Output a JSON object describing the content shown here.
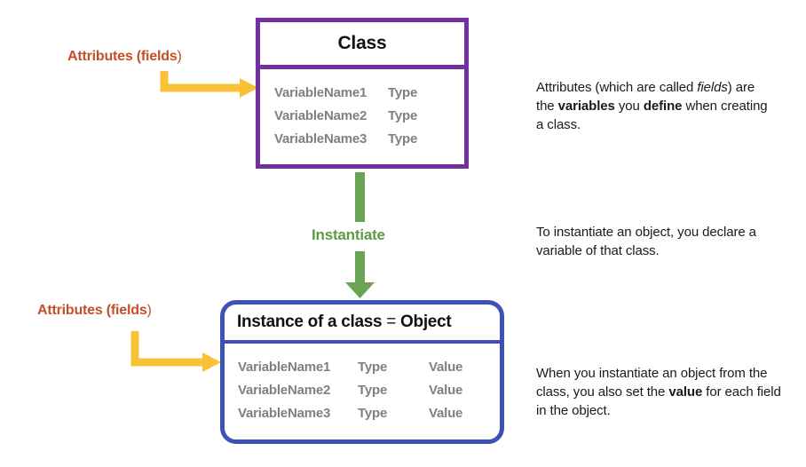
{
  "diagram": {
    "title_class": "Class",
    "title_object_main": "Instance of a class",
    "title_object_eq": " = ",
    "title_object_tail": "Object",
    "instantiate_label": "Instantiate",
    "left_label_top": "Attributes (fields",
    "left_label_top_close": ")",
    "left_label_bottom": "Attributes (fields",
    "left_label_bottom_close": ")",
    "colors": {
      "class_border": "#7231A0",
      "object_border": "#3F51B5",
      "arrow_yellow": "#F9C236",
      "arrow_green": "#68A453",
      "label_orange": "#C1502A",
      "attribute_gray": "#808080",
      "instantiate_green": "#5E9B47",
      "background": "#FFFFFF"
    },
    "class_attributes": [
      {
        "name": "VariableName1",
        "type": "Type"
      },
      {
        "name": "VariableName2",
        "type": "Type"
      },
      {
        "name": "VariableName3",
        "type": "Type"
      }
    ],
    "object_attributes": [
      {
        "name": "VariableName1",
        "type": "Type",
        "value": "Value"
      },
      {
        "name": "VariableName2",
        "type": "Type",
        "value": "Value"
      },
      {
        "name": "VariableName3",
        "type": "Type",
        "value": "Value"
      }
    ],
    "notes": {
      "note_1": {
        "part_1": "Attributes (which are called ",
        "italic_1": "fields",
        "part_2": ") are the ",
        "bold_1": "variables",
        "part_3": " you ",
        "bold_2": "define",
        "part_4": " when creating a class."
      },
      "note_2": {
        "text": "To instantiate an object, you declare a variable of that class."
      },
      "note_3": {
        "part_1": "When you instantiate an object from the class, you also set the ",
        "bold_1": "value",
        "part_2": " for each field in the object."
      }
    },
    "icons": {
      "elbow_arrow_top": "elbow-arrow-right-icon",
      "elbow_arrow_bottom": "elbow-arrow-right-icon",
      "instantiate_arrow": "arrow-down-icon"
    }
  }
}
